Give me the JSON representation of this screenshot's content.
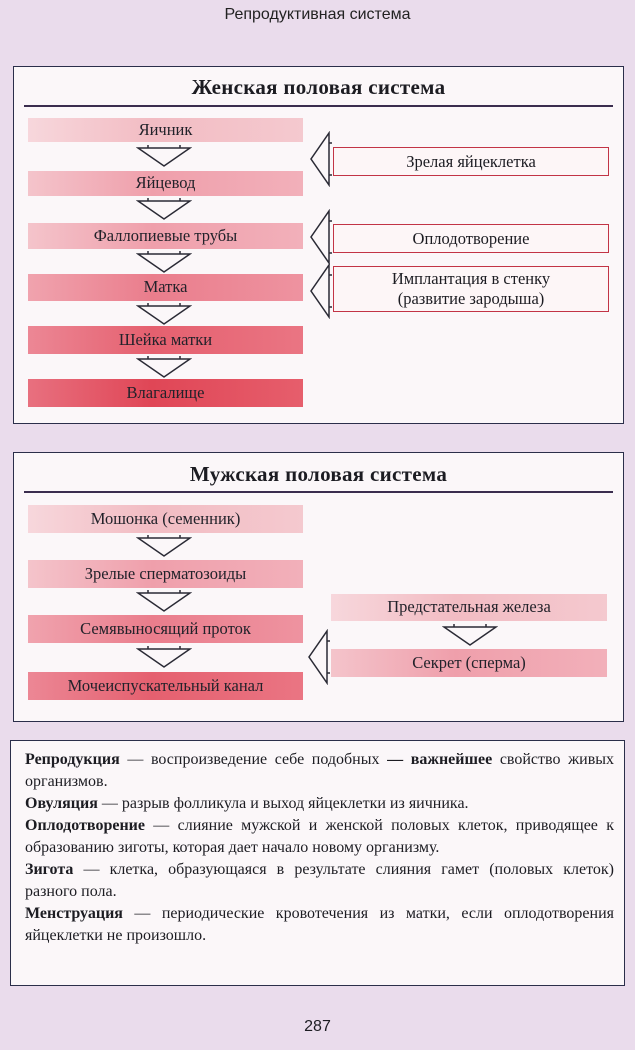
{
  "header": {
    "title": "Репродуктивная система"
  },
  "female": {
    "title": "Женская половая система",
    "chain": [
      "Яичник",
      "Яйцевод",
      "Фаллопиевые трубы",
      "Матка",
      "Шейка матки",
      "Влагалище"
    ],
    "side": [
      "Зрелая яйцеклетка",
      "Оплодотворение",
      "Имплантация в стенку",
      "(развитие зародыша)"
    ]
  },
  "male": {
    "title": "Мужская половая система",
    "chain": [
      "Мошонка (семенник)",
      "Зрелые сперматозоиды",
      "Семявыносящий проток",
      "Мочеиспускательный канал"
    ],
    "side": [
      "Предстательная железа",
      "Секрет (сперма)"
    ]
  },
  "definitions": [
    {
      "term": "Репродукция",
      "dash1": " — воспроизведение себе подобных ",
      "bold2": "— важнейшее",
      "rest": " свойство живых организмов."
    },
    {
      "term": "Овуляция",
      "text": " — разрыв фолликула и выход яйцеклетки из яичника."
    },
    {
      "term": "Оплодотворение",
      "text": " — слияние мужской и женской половых клеток, приводящее к образованию зиготы, которая дает начало новому организму."
    },
    {
      "term": "Зигота",
      "text": " — клетка, образующаяся в результате слияния гамет (половых клеток) разного пола."
    },
    {
      "term": "Менструация",
      "text": " — периодические кровотечения из матки, если оплодотворения яйцеклетки не произошло."
    }
  ],
  "page_number": "287"
}
